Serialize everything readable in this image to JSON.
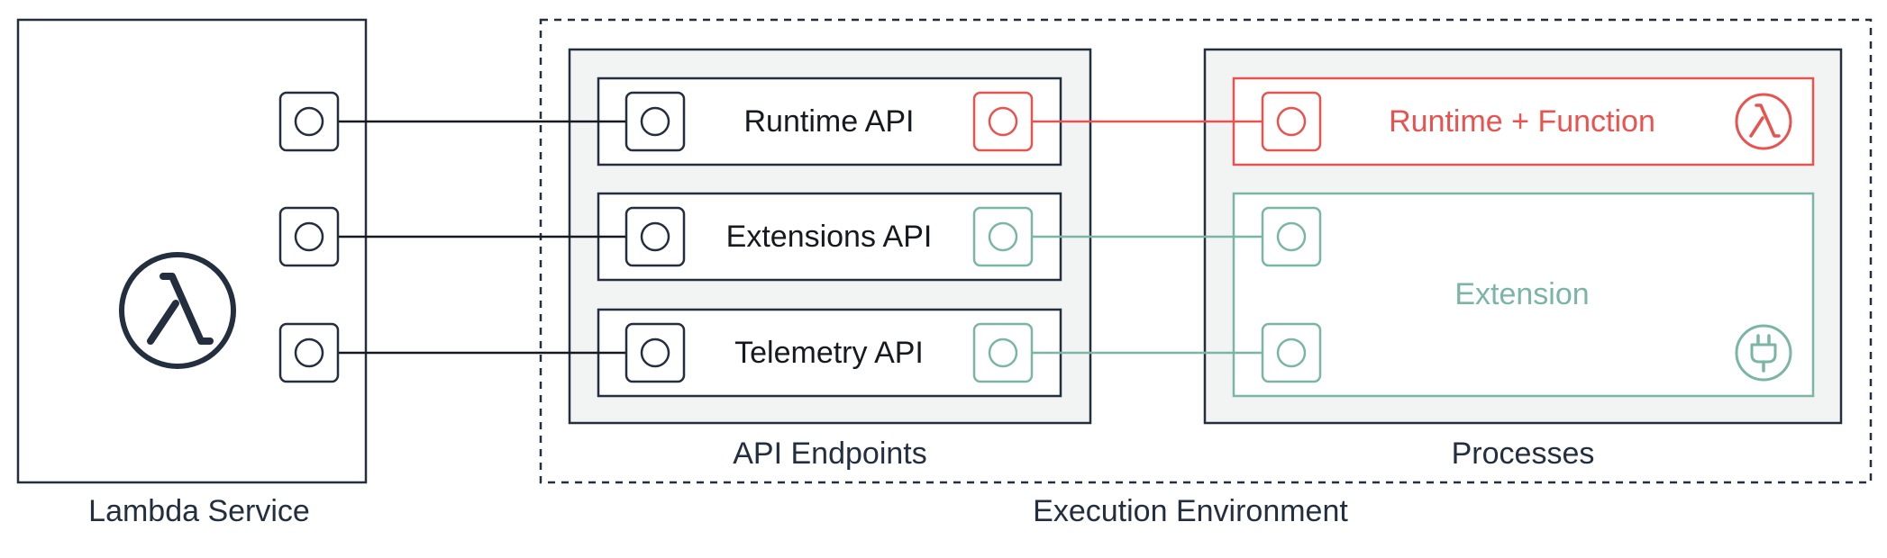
{
  "colors": {
    "outline": "#232f3e",
    "endpoint_box_fill": "#f2f3f3",
    "runtime": "#e8524f",
    "extension": "#7bb5a6",
    "connector": "#16191f"
  },
  "lambda_service": {
    "label": "Lambda Service",
    "icon": "lambda-icon"
  },
  "execution_environment": {
    "label": "Execution Environment"
  },
  "api_endpoints": {
    "label": "API Endpoints",
    "items": [
      {
        "label": "Runtime API"
      },
      {
        "label": "Extensions API"
      },
      {
        "label": "Telemetry API"
      }
    ]
  },
  "processes": {
    "label": "Processes",
    "runtime_function": {
      "label": "Runtime + Function",
      "icon": "lambda-icon"
    },
    "extension": {
      "label": "Extension",
      "icon": "plug-icon"
    }
  }
}
